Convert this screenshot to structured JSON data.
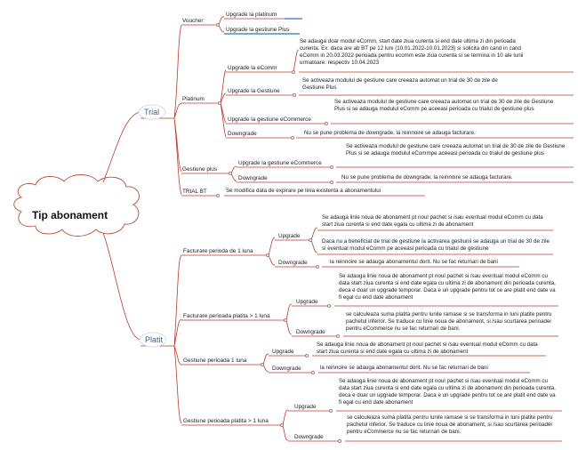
{
  "root": {
    "label": "Tip abonament"
  },
  "trial": {
    "label": "Trial",
    "voucher": {
      "label": "Voucher",
      "upgrade_platinum": "Upgrade la platinum",
      "upgrade_gestiune_plus": "Upgrade la gestiune Plus"
    },
    "platinum": {
      "label": "Platinum",
      "upgrade_ecomm": {
        "label": "Upgrade la eComm",
        "note": "Se adauga doar modul eComm, start date ziua curenta si end date ultima zi din perioada curenta. Ex: daca are ab BT pe 12 luni (10.01.2022-10.01.2023) si solicita din cand in cand eComm in 20.03.2022 perioada pentru ecomm este ziua curenta si se termina in 10 ale lunii urmatoare. respectiv 10.04.2023"
      },
      "upgrade_gestiune": {
        "label": "Upgrade la Gestiune",
        "note": "Se activeaza modulul de gestiune care creeaza automat un trial de 30 de zile de Gestiune Plus"
      },
      "upgrade_gestiune_ecommerce": {
        "label": "Upgrade la gestiune eCommerce",
        "note": "Se activeaza modulul de gestiune care creeaza automat un trial de 30 de zile de Gestiune Plus si se adauga modulul eComm pe aceeasi perioada cu trialul de gestiune plus"
      },
      "downgrade": {
        "label": "Downgrade",
        "note": "Nu se pune problema de downgrade, la reinnoire se adauga facturare."
      }
    },
    "gestiune_plus": {
      "label": "Gestiune plus",
      "upgrade": {
        "label": "Upgrade la gestiune eCommerce",
        "note": "Se activeaza modulul de gestiune care creeaza automat un trial de 30 de zile de Gestiune Plus si se adauga modulul eCommpe aceeasi perioada cu trialul de gestiune plus"
      },
      "downgrade": {
        "label": "Downgrade",
        "note": "Nu se pune problema de downgrade, la reinnoire se adauga facturare."
      }
    },
    "trial_bt": {
      "label": "TRIAL BT",
      "note": "Se modifica data de expirare pe linia existenta a abonamentului"
    }
  },
  "platit": {
    "label": "Platit",
    "fact_1": {
      "label": "Facturare perioda de 1 luna",
      "upgrade_label": "Upgrade",
      "upgrade_note_1": "Se adauga linie noua de abonament pt noul pachet si /sau eventual modul eComm cu data start ziua curenta si end date egala cu ultima zi de abonament",
      "upgrade_note_2": "Daca nu a beneficiat de trial de gestiune la activarea gestiunii se adauga un trial de 30 de zile si eventual modul eComm pe aceeasi perioada cu trialul de gestiune",
      "downgrade_label": "Downgrade",
      "downgrade_note": "la reinnoire se adauga abonamentul dorit. Nu se fac returnari de bani"
    },
    "fact_gt1": {
      "label": "Facturare perioada platita > 1 luna",
      "upgrade_label": "Upgrade",
      "upgrade_note": "Se adauga linie noua de abonament pt noul pachet si /sau eventual modul eComm cu data start ziua curenta si end date egala cu ultima zi de abonament din perioada curenta, deca e doar un upgrade temporar. Daca e un upgrade pentru tot ce are platit end date va fi egal cu end date abonament",
      "downgrade_label": "Downgrade",
      "downgrade_note": "se calculeaza suma platita pentru lunile ramase si se transforma in luni platite pentru pachetul inferior. Se traduce cu linie noua de abonament, si /sau scurtarea perioadei pentru eCommerce nu se fac returnari de bani."
    },
    "gest_1": {
      "label": "Gestiune perioada 1 luna",
      "upgrade_label": "Upgrade",
      "upgrade_note": "Se adauga linie noua de abonament pt noul pachet si /sau eventual modul eComm cu data start ziua curenta si end date egala cu ultima zi de abonament",
      "downgrade_label": "Downgrade",
      "downgrade_note": "la reinnoire se adauga abonamentul dorit. Nu se fac returnari de bani"
    },
    "gest_gt1": {
      "label": "Gestiune perioada platita > 1 luna",
      "upgrade_label": "Upgrade",
      "upgrade_note": "Se adauga linie noua de abonament pt noul pachet si /sau eventual modul eComm cu data start ziua curenta si end date egala cu ultima zi de abonament din perioada curenta, deca e doar un upgrade temporar. Daca e un upgrade pentru tot ce are platit end date va fi egal cu end date abonament",
      "downgrade_label": "Downgrade",
      "downgrade_note": "se calculeaza suma platita pentru lunile ramase si se transforma in luni platite pentru pachetul inferior. Se traduce cu linie noua de abonament, si /sau scurtarea perioadei pentru eCommerce nu se fac returnari de bani."
    }
  },
  "colors": {
    "line": "#c0392b",
    "accent_blue": "#2e75b6",
    "branch_text": "#4a5d78"
  }
}
